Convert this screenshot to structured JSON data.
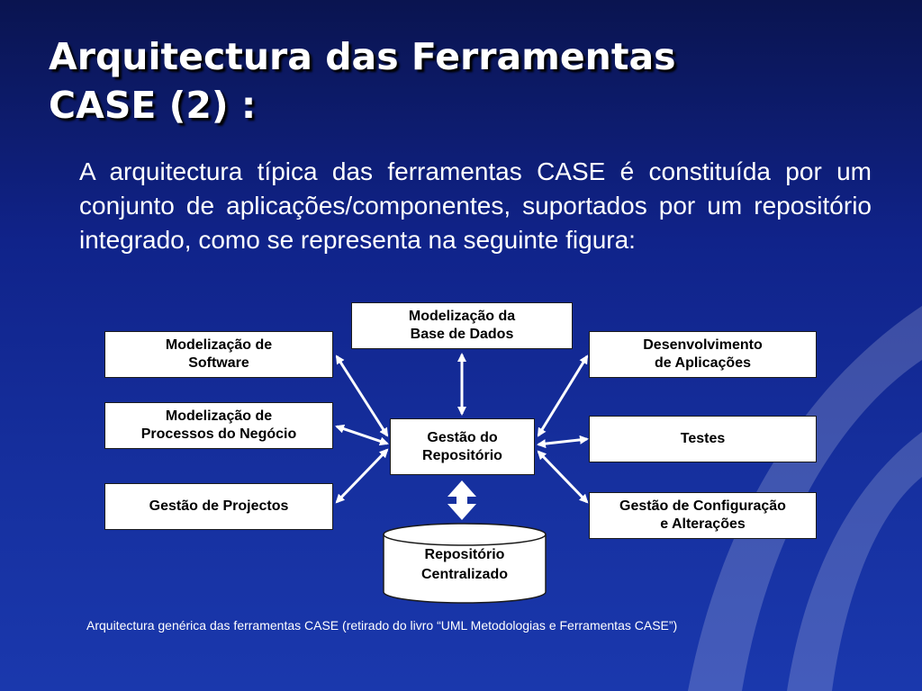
{
  "slide": {
    "title": "Arquitectura das Ferramentas\nCASE (2) :",
    "body": "A arquitectura típica das ferramentas CASE é constituída por um conjunto de aplicações/componentes, suportados por um repositório integrado,  como se representa na seguinte figura:",
    "caption": "Arquitectura genérica das ferramentas CASE (retirado do livro “UML Metodologias e Ferramentas CASE”)"
  },
  "diagram": {
    "modelizacao_base_dados": "Modelização da\nBase de Dados",
    "modelizacao_software": "Modelização de\nSoftware",
    "modelizacao_processos": "Modelização de\nProcessos do Negócio",
    "gestao_projectos": "Gestão de Projectos",
    "gestao_repositorio": "Gestão do\nRepositório",
    "desenvolvimento_aplicacoes": "Desenvolvimento\nde Aplicações",
    "testes": "Testes",
    "gestao_configuracao": "Gestão de Configuração\ne Alterações",
    "repositorio_centralizado": "Repositório\nCentralizado"
  },
  "colors": {
    "background_top": "#0a1450",
    "background_bottom": "#1a38ad",
    "box_fill": "#ffffff",
    "arrow": "#ffffff"
  }
}
